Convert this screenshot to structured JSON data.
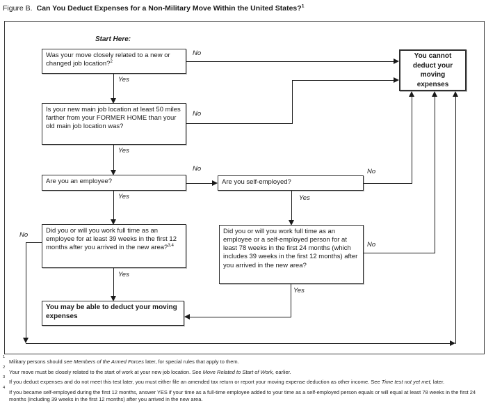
{
  "title": {
    "prefix": "Figure B.",
    "main": "Can You Deduct Expenses for a Non-Military Move Within the United States?",
    "sup": "1"
  },
  "labels": {
    "start_here": "Start Here:",
    "yes": "Yes",
    "no": "No"
  },
  "boxes": {
    "q1": {
      "text": "Was your move closely related to a new or changed job location?",
      "sup": "2"
    },
    "q2": {
      "text": "Is your new main job location at least 50 miles farther from your FORMER HOME than your old main job location was?"
    },
    "q3": {
      "text": "Are you an employee?"
    },
    "q4": {
      "text": "Are you self-employed?"
    },
    "q5": {
      "text": "Did you or will you work full time as an employee for at least 39 weeks in the first 12 months after you arrived in the new area?",
      "sup": "3,4"
    },
    "q6": {
      "text": "Did you or will you work full time as an employee or a self-employed person for at least 78 weeks in the first 24 months (which includes 39 weeks in the first 12 months) after you arrived in the new area?"
    },
    "may_deduct": {
      "text": "You may be able to deduct your moving expenses"
    },
    "cannot_deduct": {
      "text": "You cannot deduct your moving expenses"
    }
  },
  "colors": {
    "line": "#1a1a1a",
    "background": "#ffffff"
  },
  "footnotes": [
    {
      "marker": "1",
      "parts": [
        {
          "text": "Military persons should ",
          "italic": false
        },
        {
          "text": "see Members of the Armed Forces",
          "italic": true
        },
        {
          "text": " later, for special rules that apply to them.",
          "italic": false
        }
      ]
    },
    {
      "marker": "2",
      "parts": [
        {
          "text": "Your move must be closely related to the start of work at your new job location. See ",
          "italic": false
        },
        {
          "text": "Move Related to Start of Work,",
          "italic": true
        },
        {
          "text": " earlier.",
          "italic": false
        }
      ]
    },
    {
      "marker": "3",
      "parts": [
        {
          "text": "If you deduct expenses and do not meet this test later, you must either file an amended tax return or report your moving expense deduction as other income. See ",
          "italic": false
        },
        {
          "text": "Time test not yet met,",
          "italic": true
        },
        {
          "text": " later.",
          "italic": false
        }
      ]
    },
    {
      "marker": "4",
      "parts": [
        {
          "text": "If you became self-employed during the first 12 months, answer YES if your time as a full-time employee added to your time as a self-employed person equals or will equal at least 78 weeks in the first 24 months (including 39 weeks in the first 12 months) after you arrived in the new area.",
          "italic": false
        }
      ]
    }
  ]
}
